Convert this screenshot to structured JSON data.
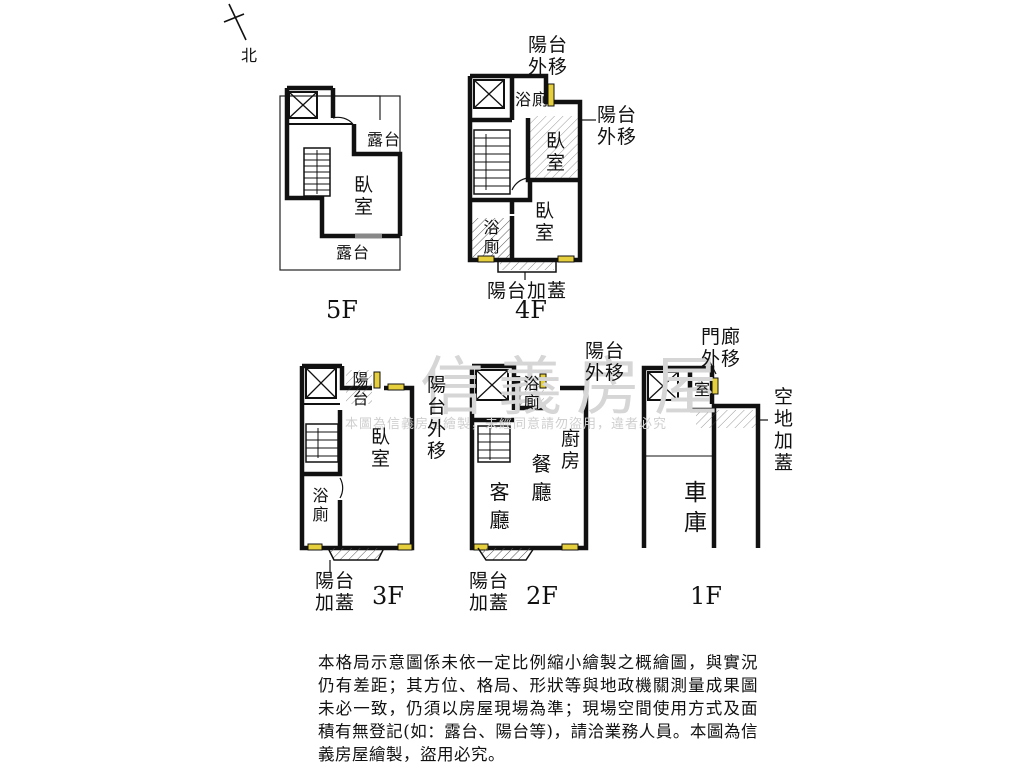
{
  "compass": {
    "north": "北"
  },
  "watermark": {
    "brand": "信義房屋",
    "small": "本圖為信義房屋繪製，未經同意請勿盜用，違者必究"
  },
  "floors": {
    "f5": {
      "name": "5F",
      "rooms": {
        "terrace_top": "露台",
        "bedroom": "臥室",
        "terrace_bottom": "露台"
      }
    },
    "f4": {
      "name": "4F",
      "rooms": {
        "bath_top": "浴廁",
        "bedroom_1": "臥室",
        "bedroom_2": "臥室",
        "bath_left": "浴廁"
      },
      "notes": {
        "balcony_out_top": "陽台外移",
        "balcony_out_right": "陽台外移",
        "balcony_added": "陽台加蓋"
      }
    },
    "f3": {
      "name": "3F",
      "rooms": {
        "balcony_small": "陽台",
        "bedroom": "臥室",
        "bath": "浴廁"
      },
      "notes": {
        "balcony_out": "陽台外移",
        "balcony_added": "陽台加蓋"
      }
    },
    "f2": {
      "name": "2F",
      "rooms": {
        "bath": "浴廁",
        "kitchen": "廚房",
        "dining": "餐廳",
        "living": "客廳"
      },
      "notes": {
        "balcony_out": "陽台外移",
        "balcony_added": "陽台加蓋"
      }
    },
    "f1": {
      "name": "1F",
      "rooms": {
        "room": "室",
        "garage": "車庫"
      },
      "notes": {
        "porch_out": "門廊外移",
        "open_space_added": "空地加蓋"
      }
    }
  },
  "notice": "本格局示意圖係未依一定比例縮小繪製之概繪圖，與實況仍有差距；其方位、格局、形狀等與地政機關測量成果圖未必一致，仍須以房屋現場為準；現場空間使用方式及面積有無登記(如：露台、陽台等)，請洽業務人員。本圖為信義房屋繪製，盜用必究。"
}
